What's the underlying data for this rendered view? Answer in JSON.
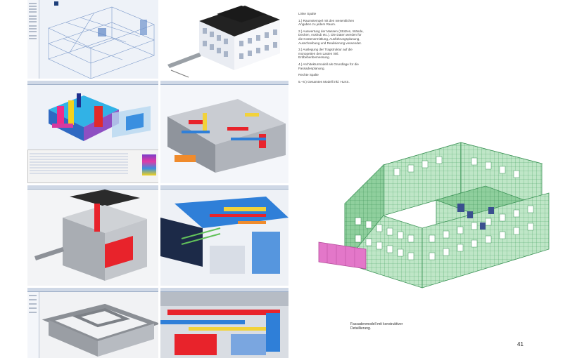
{
  "caption_column": {
    "heading_left": "Linke Spalte",
    "items_left": [
      "1.) Raumstempel mit den wesentlichen Angaben zu jedem Raum.",
      "2.) Auswertung der Massen (Stützen, Wände, Decken, Aushub etc.). Die Daten werden für die Kostenermittlung, Ausführungsplanung, Ausschreibung und Realisierung verwendet.",
      "3.) Auslegung der Tragstruktur auf die monopetten den Lasten inkl. Erdbebenbemessung.",
      "4.) Architekturmodell als Grundlage für die Fassadenplanung."
    ],
    "heading_right": "Rechte Spalte",
    "items_right": [
      "5.–8.) Gesamtes Modell inkl. HLKS."
    ]
  },
  "figure_caption": "Fassadenmodell mit konstruktiver Detaillierung.",
  "page_number": "41",
  "colors": {
    "facade_green": "#6fc483",
    "facade_pink": "#e377c9",
    "window_blue": "#3a4f8f",
    "structure_red": "#e8232b",
    "duct_blue": "#2f7fd8",
    "duct_yellow": "#f2d23a"
  }
}
